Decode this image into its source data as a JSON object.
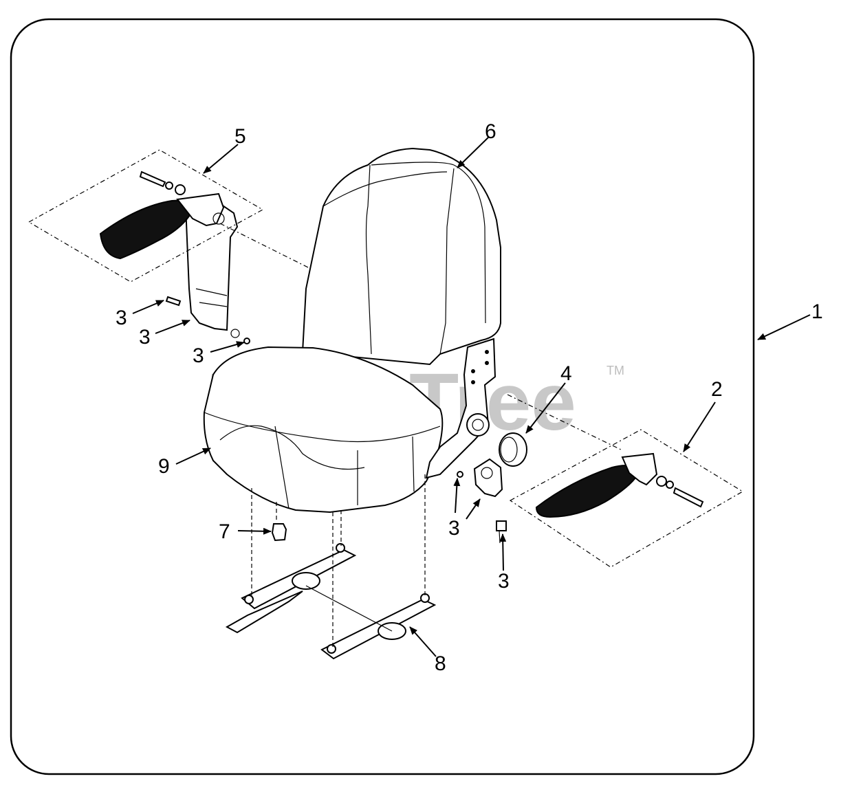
{
  "watermark": {
    "text": "PartsTree",
    "trademark": "TM"
  },
  "callouts": {
    "c1": "1",
    "c2": "2",
    "c3a": "3",
    "c3b": "3",
    "c3c": "3",
    "c3d": "3",
    "c3e": "3",
    "c4": "4",
    "c5": "5",
    "c6": "6",
    "c7": "7",
    "c8": "8",
    "c9": "9"
  }
}
